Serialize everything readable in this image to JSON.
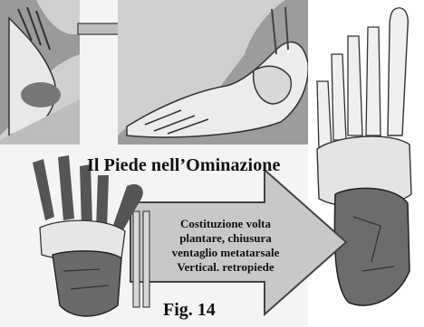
{
  "title": "Il Piede nell’Ominazione",
  "caption": {
    "lines": [
      "Costituzione volta",
      "plantare, chiusura",
      "ventaglio metatarsale",
      "Vertical. retropiede"
    ]
  },
  "figure_label": "Fig. 14",
  "colors": {
    "bone_light": "#efefef",
    "bone_dark": "#6a6a6a",
    "arrow_fill": "#c8c8c8",
    "arrow_stroke": "#444444",
    "shade": "#8a8a8a"
  }
}
